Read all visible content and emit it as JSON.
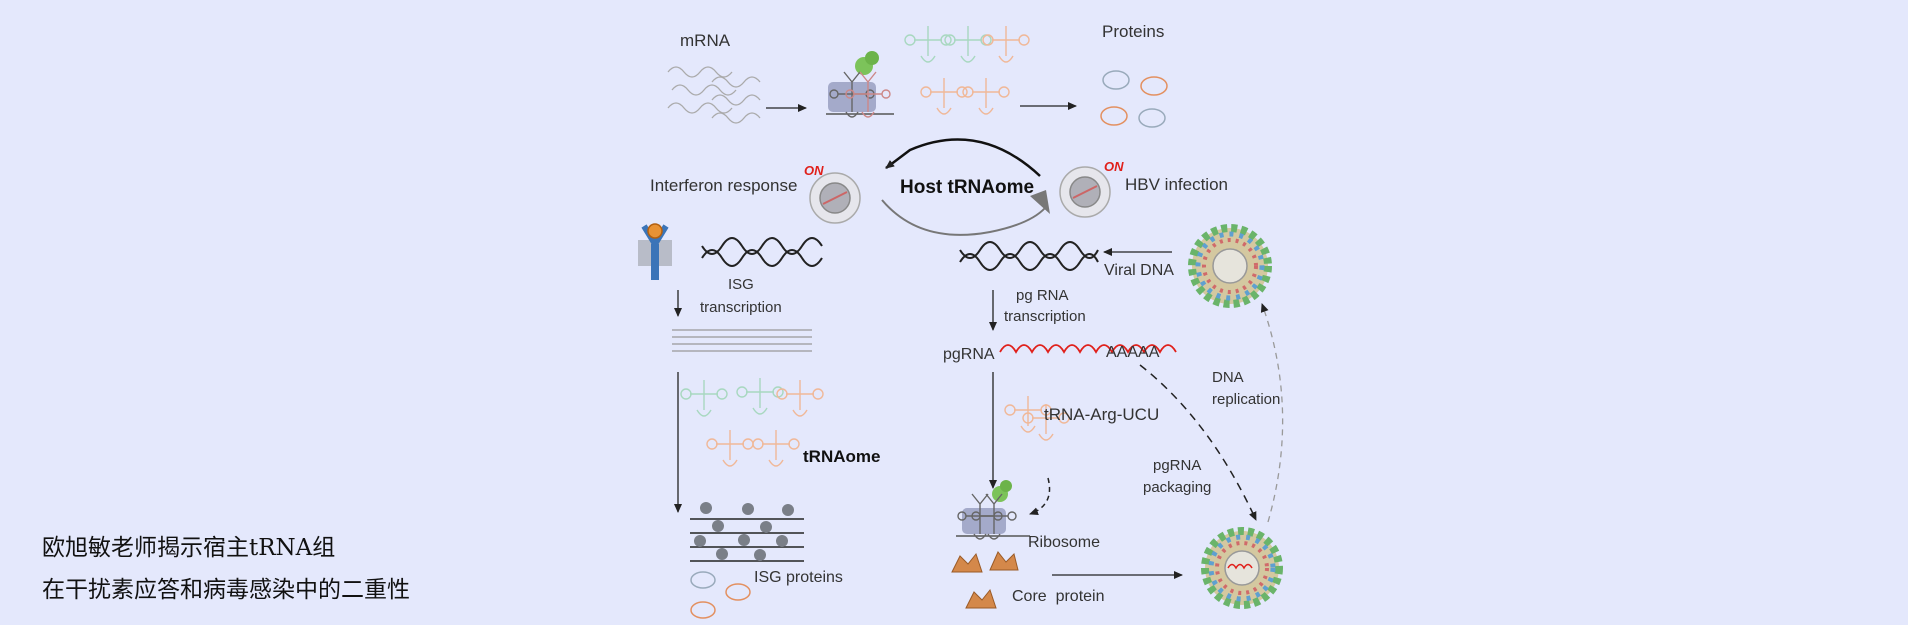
{
  "diagram": {
    "mrna": "mRNA",
    "proteins": "Proteins",
    "host_trnaome": "Host tRNAome",
    "interferon_response": "Interferon response",
    "hbv_infection": "HBV infection",
    "on_left": "ON",
    "on_right": "ON",
    "isg_transcription_1": "ISG",
    "isg_transcription_2": "transcription",
    "trnaome": "tRNAome",
    "isg_proteins": "ISG proteins",
    "viral_dna": "Viral DNA",
    "pg_rna_transcription_1": "pg RNA",
    "pg_rna_transcription_2": "transcription",
    "pgrna": "pgRNA",
    "aaaaa": "AAAAA",
    "trna_arg": "tRNA-Arg-UCU",
    "dna_replication_1": "DNA",
    "dna_replication_2": "replication",
    "pgrna_packaging_1": "pgRNA",
    "pgrna_packaging_2": "packaging",
    "ribosome": "Ribosome",
    "core_protein": "Core  protein"
  },
  "caption": {
    "line1": "欧旭敏老师揭示宿主tRNA组",
    "line2": "在干扰素应答和病毒感染中的二重性"
  },
  "colors": {
    "background": "#e4e8fc",
    "on_red": "#e0201b",
    "pgrna_red": "#e0201b",
    "trna_orange": "#f0b898",
    "trna_green": "#a8d8c0",
    "core_protein": "#d4884a"
  }
}
